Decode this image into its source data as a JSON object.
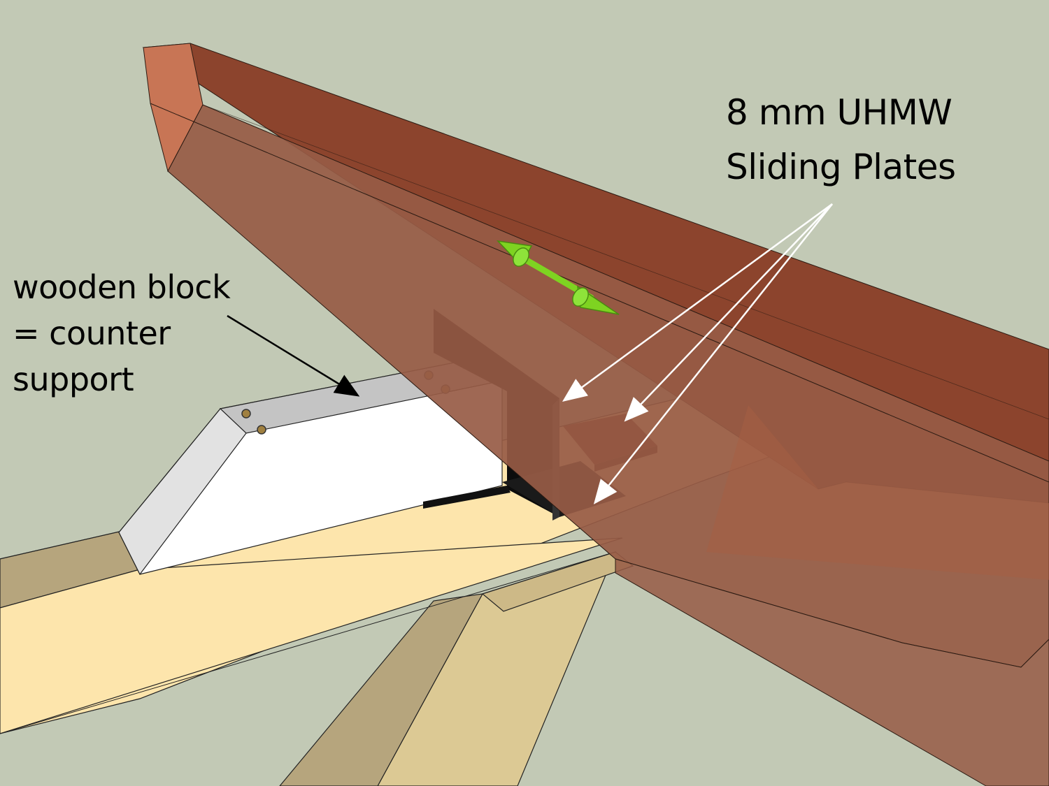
{
  "labels": {
    "uhmw": {
      "line1": "8 mm UHMW",
      "line2": "Sliding Plates"
    },
    "block": {
      "line1": "wooden block",
      "line2": "= counter",
      "line3": "support"
    }
  },
  "colors": {
    "background": "#c2c9b5",
    "beam_top": "#8a3f28",
    "beam_side": "#975b45",
    "beam_end": "#c87555",
    "pine_top": "#fde5ac",
    "pine_shadow": "#b6a57d",
    "block_top": "#c4c4c4",
    "block_front": "#ffffff",
    "bracket": "#111111",
    "arrow_green": "#7ed321",
    "leader_white": "#ffffff",
    "leader_black": "#000000"
  },
  "icons": {
    "motion_arrow": "double-headed-arrow-icon"
  }
}
